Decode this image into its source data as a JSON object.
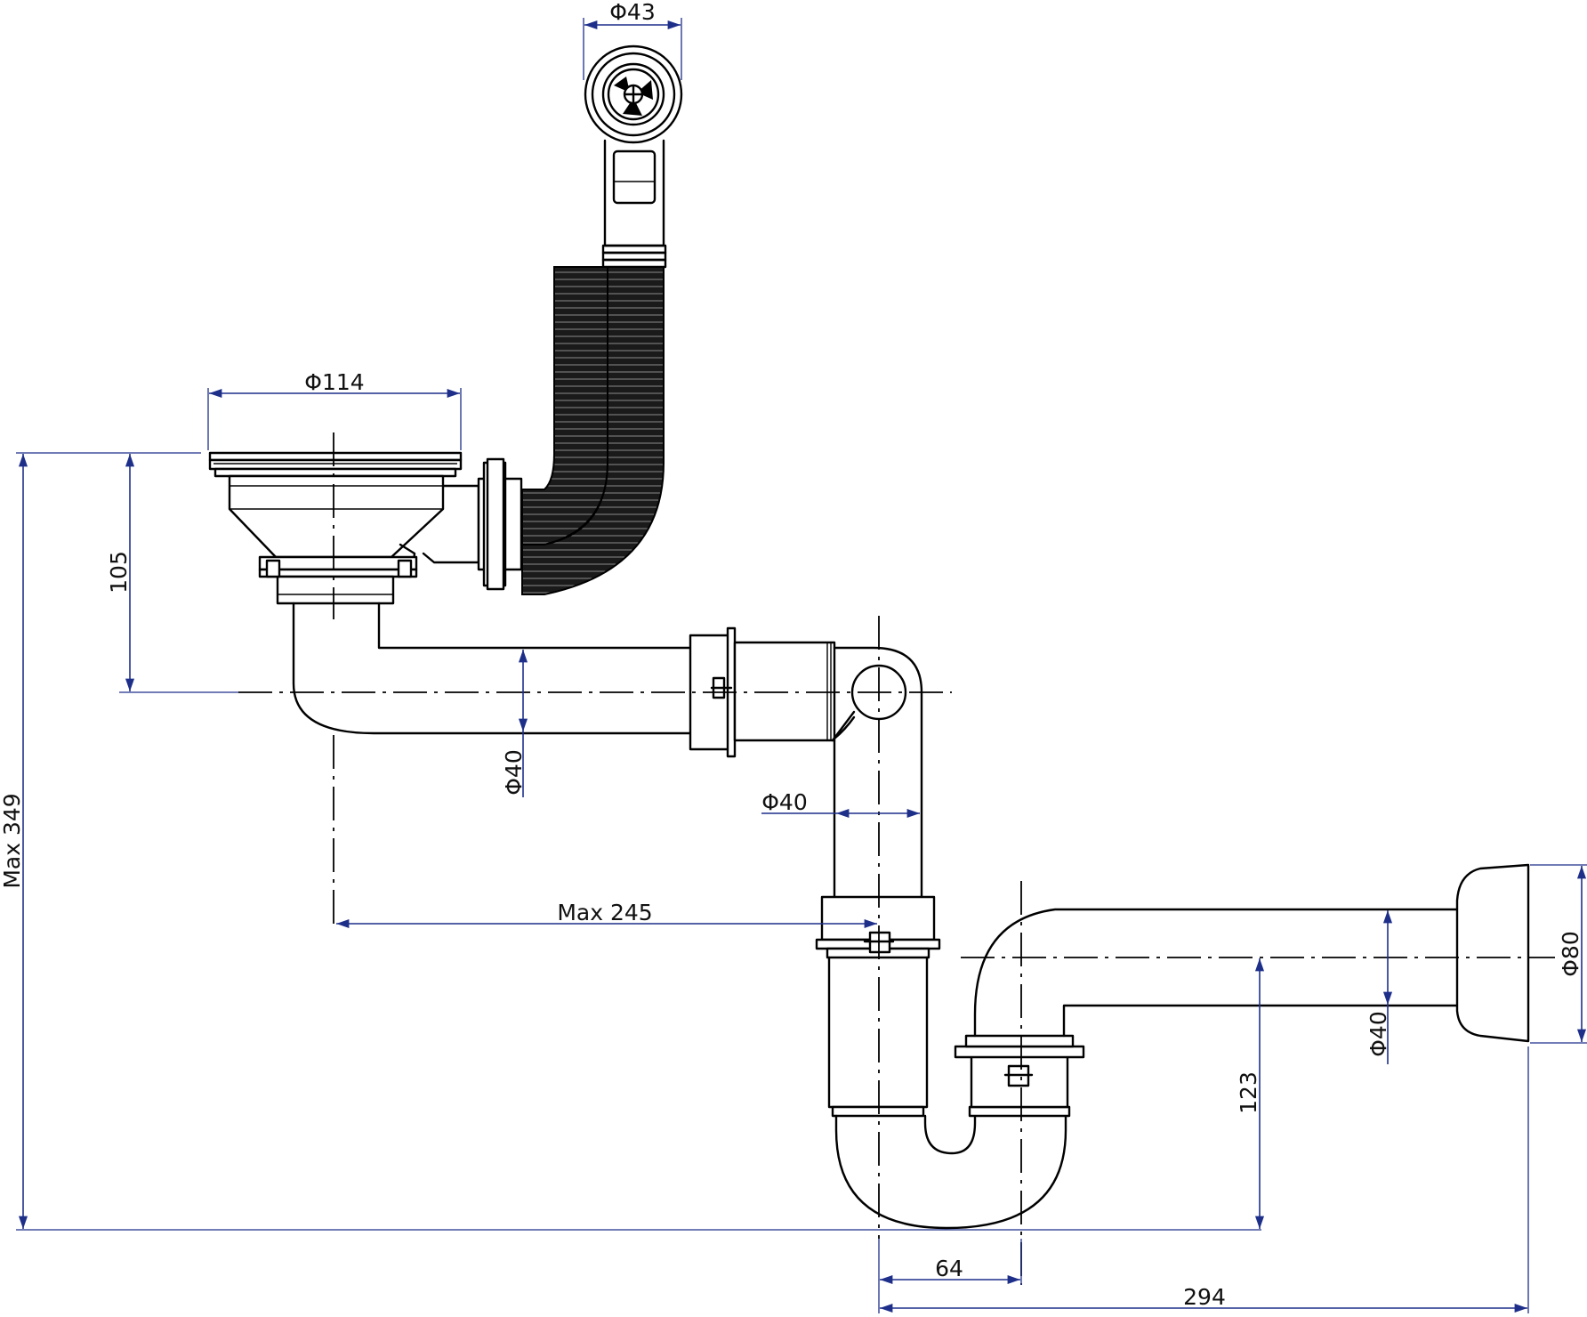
{
  "drawing": {
    "dimensions": {
      "overflow_diameter": "Φ43",
      "strainer_diameter": "Φ114",
      "strainer_height": "105",
      "horizontal_pipe_diameter": "Φ40",
      "vertical_pipe_diameter": "Φ40",
      "max_height": "Max 349",
      "max_reach": "Max 245",
      "wall_flange_diameter": "Φ80",
      "outlet_pipe_diameter": "Φ40",
      "trap_outlet_height": "123",
      "trap_offset": "64",
      "total_width": "294"
    },
    "colors": {
      "outline": "#000000",
      "dimension": "#1e2f8a"
    }
  }
}
